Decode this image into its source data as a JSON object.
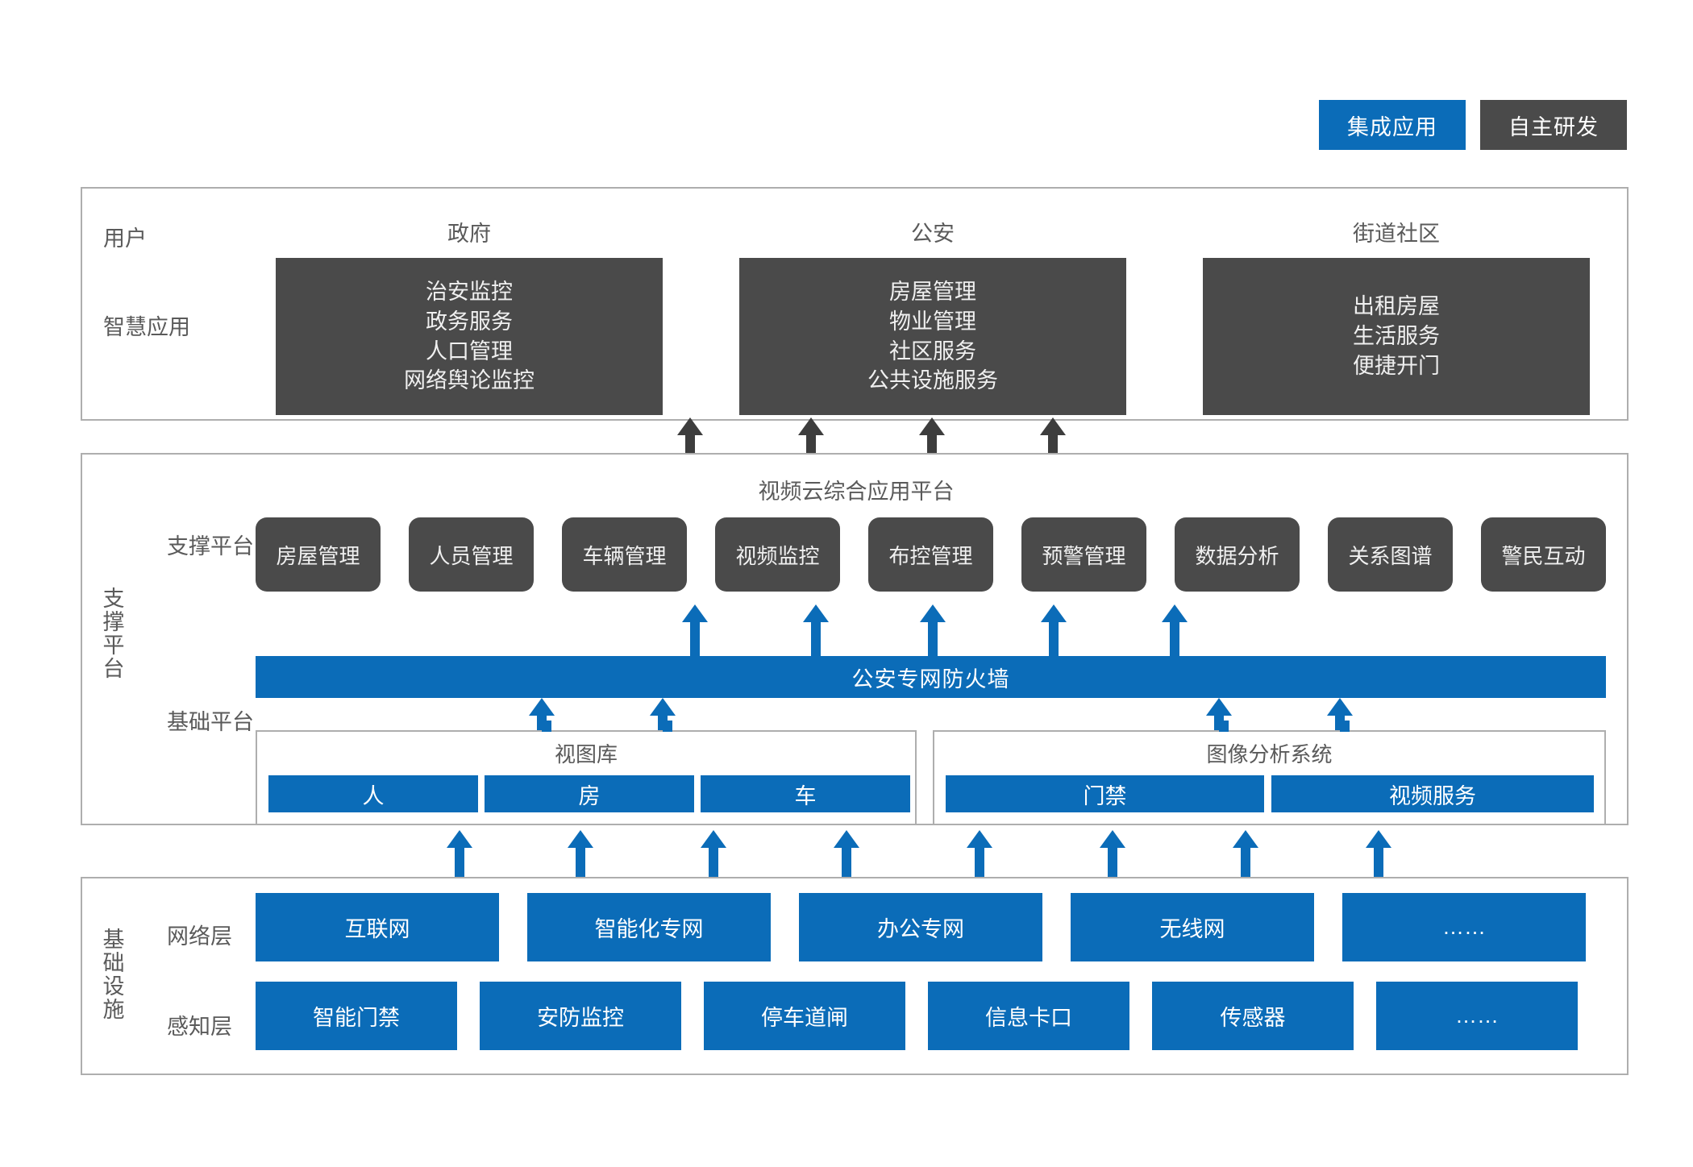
{
  "legend": {
    "items": [
      {
        "label": "集成应用",
        "color": "#0b6cb8"
      },
      {
        "label": "自主研发",
        "color": "#4a4a4a"
      }
    ]
  },
  "application_layer": {
    "row_labels": {
      "user": "用户",
      "smart_app": "智慧应用"
    },
    "columns": [
      {
        "title": "政府",
        "items": [
          "治安监控",
          "政务服务",
          "人口管理",
          "网络舆论监控"
        ]
      },
      {
        "title": "公安",
        "items": [
          "房屋管理",
          "物业管理",
          "社区服务",
          "公共设施服务"
        ]
      },
      {
        "title": "街道社区",
        "items": [
          "出租房屋",
          "生活服务",
          "便捷开门"
        ]
      }
    ]
  },
  "support_layer": {
    "side_label": "支撑平台",
    "platform_title": "视频云综合应用平台",
    "support_row_label": "支撑平台",
    "base_row_label": "基础平台",
    "modules": [
      "房屋管理",
      "人员管理",
      "车辆管理",
      "视频监控",
      "布控管理",
      "预警管理",
      "数据分析",
      "关系图谱",
      "警民互动"
    ],
    "firewall_label": "公安专网防火墙",
    "base_groups": [
      {
        "title": "视图库",
        "items": [
          "人",
          "房",
          "车"
        ]
      },
      {
        "title": "图像分析系统",
        "items": [
          "门禁",
          "视频服务"
        ]
      }
    ]
  },
  "infrastructure_layer": {
    "side_label": "基础设施",
    "rows": [
      {
        "label": "网络层",
        "items": [
          "互联网",
          "智能化专网",
          "办公专网",
          "无线网",
          "……"
        ]
      },
      {
        "label": "感知层",
        "items": [
          "智能门禁",
          "安防监控",
          "停车道闸",
          "信息卡口",
          "传感器",
          "……"
        ]
      }
    ]
  },
  "colors": {
    "blue": "#0b6cb8",
    "dark": "#4a4a4a",
    "border": "#aeaeae",
    "text": "#5a5a5a"
  }
}
